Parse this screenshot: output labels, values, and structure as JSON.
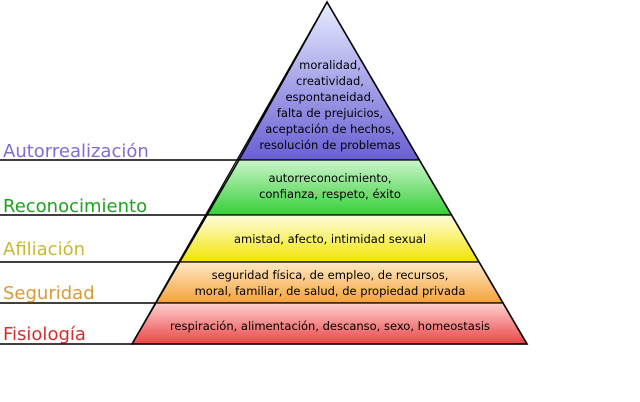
{
  "pyramid": {
    "levels": [
      {
        "name": "Autorrealización",
        "label_color": "#7b6fd6",
        "fill_top": "#e6ecff",
        "fill_bottom": "#6a5fd3",
        "description": [
          "moralidad,",
          "creatividad,",
          "espontaneidad,",
          "falta de prejuicios,",
          "aceptación de hechos,",
          "resolución de problemas"
        ]
      },
      {
        "name": "Reconocimiento",
        "label_color": "#1ea31e",
        "fill_top": "#ccf5cc",
        "fill_bottom": "#36cf36",
        "description": [
          "autorreconocimiento,",
          "confianza, respeto, éxito"
        ]
      },
      {
        "name": "Afiliación",
        "label_color": "#c9b82e",
        "fill_top": "#fffde0",
        "fill_bottom": "#f2e500",
        "description": [
          "amistad, afecto, intimidad sexual"
        ]
      },
      {
        "name": "Seguridad",
        "label_color": "#d99a36",
        "fill_top": "#ffe9c6",
        "fill_bottom": "#f4a23a",
        "description": [
          "seguridad física, de empleo, de recursos,",
          "moral, familiar, de salud, de propiedad privada"
        ]
      },
      {
        "name": "Fisiología",
        "label_color": "#d42d2d",
        "fill_top": "#ffd0d0",
        "fill_bottom": "#ea4646",
        "description": [
          "respiración, alimentación, descanso, sexo, homeostasis"
        ]
      }
    ]
  }
}
